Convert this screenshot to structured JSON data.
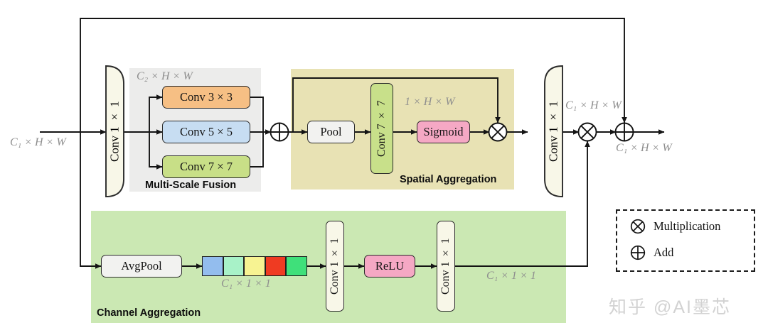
{
  "diagram": {
    "input_label": "C₁ × H × W",
    "output_label": "C₁ × H × W",
    "right_branch_label": "C₁ × H × W",
    "stem": {
      "conv_in": "Conv 1 × 1",
      "conv_out": "Conv 1 × 1"
    },
    "multi_scale_fusion": {
      "title": "Multi-Scale Fusion",
      "dim_label": "C₂ × H × W",
      "branches": [
        {
          "label": "Conv 3 × 3",
          "color": "#f6bf84"
        },
        {
          "label": "Conv 5 × 5",
          "color": "#c7ddf2"
        },
        {
          "label": "Conv 7 × 7",
          "color": "#c8df87"
        }
      ]
    },
    "spatial_aggregation": {
      "title": "Spatial Aggregation",
      "bg_color": "#e8e2b4",
      "pool": "Pool",
      "conv": "Conv 7 × 7",
      "conv_color": "#c8e08a",
      "sigmoid": "Sigmoid",
      "sigmoid_color": "#f5a8c4",
      "dim_label": "1 × H × W"
    },
    "channel_aggregation": {
      "title": "Channel Aggregation",
      "bg_color": "#cbe8b3",
      "avgpool": "AvgPool",
      "conv1": "Conv 1 × 1",
      "relu": "ReLU",
      "relu_color": "#f5a8c4",
      "conv2": "Conv 1 × 1",
      "vector_dim_label": "C₁ × 1 × 1",
      "output_dim_label": "C₁ × 1 × 1",
      "vector_cells": [
        "#93bdee",
        "#a8f2c8",
        "#f7f392",
        "#ef3b22",
        "#3fe07a"
      ]
    },
    "legend": {
      "items": [
        {
          "symbol": "multiplication-icon",
          "label": "Multiplication"
        },
        {
          "symbol": "add-icon",
          "label": "Add"
        }
      ]
    },
    "watermark": "知乎 @AI墨芯"
  }
}
